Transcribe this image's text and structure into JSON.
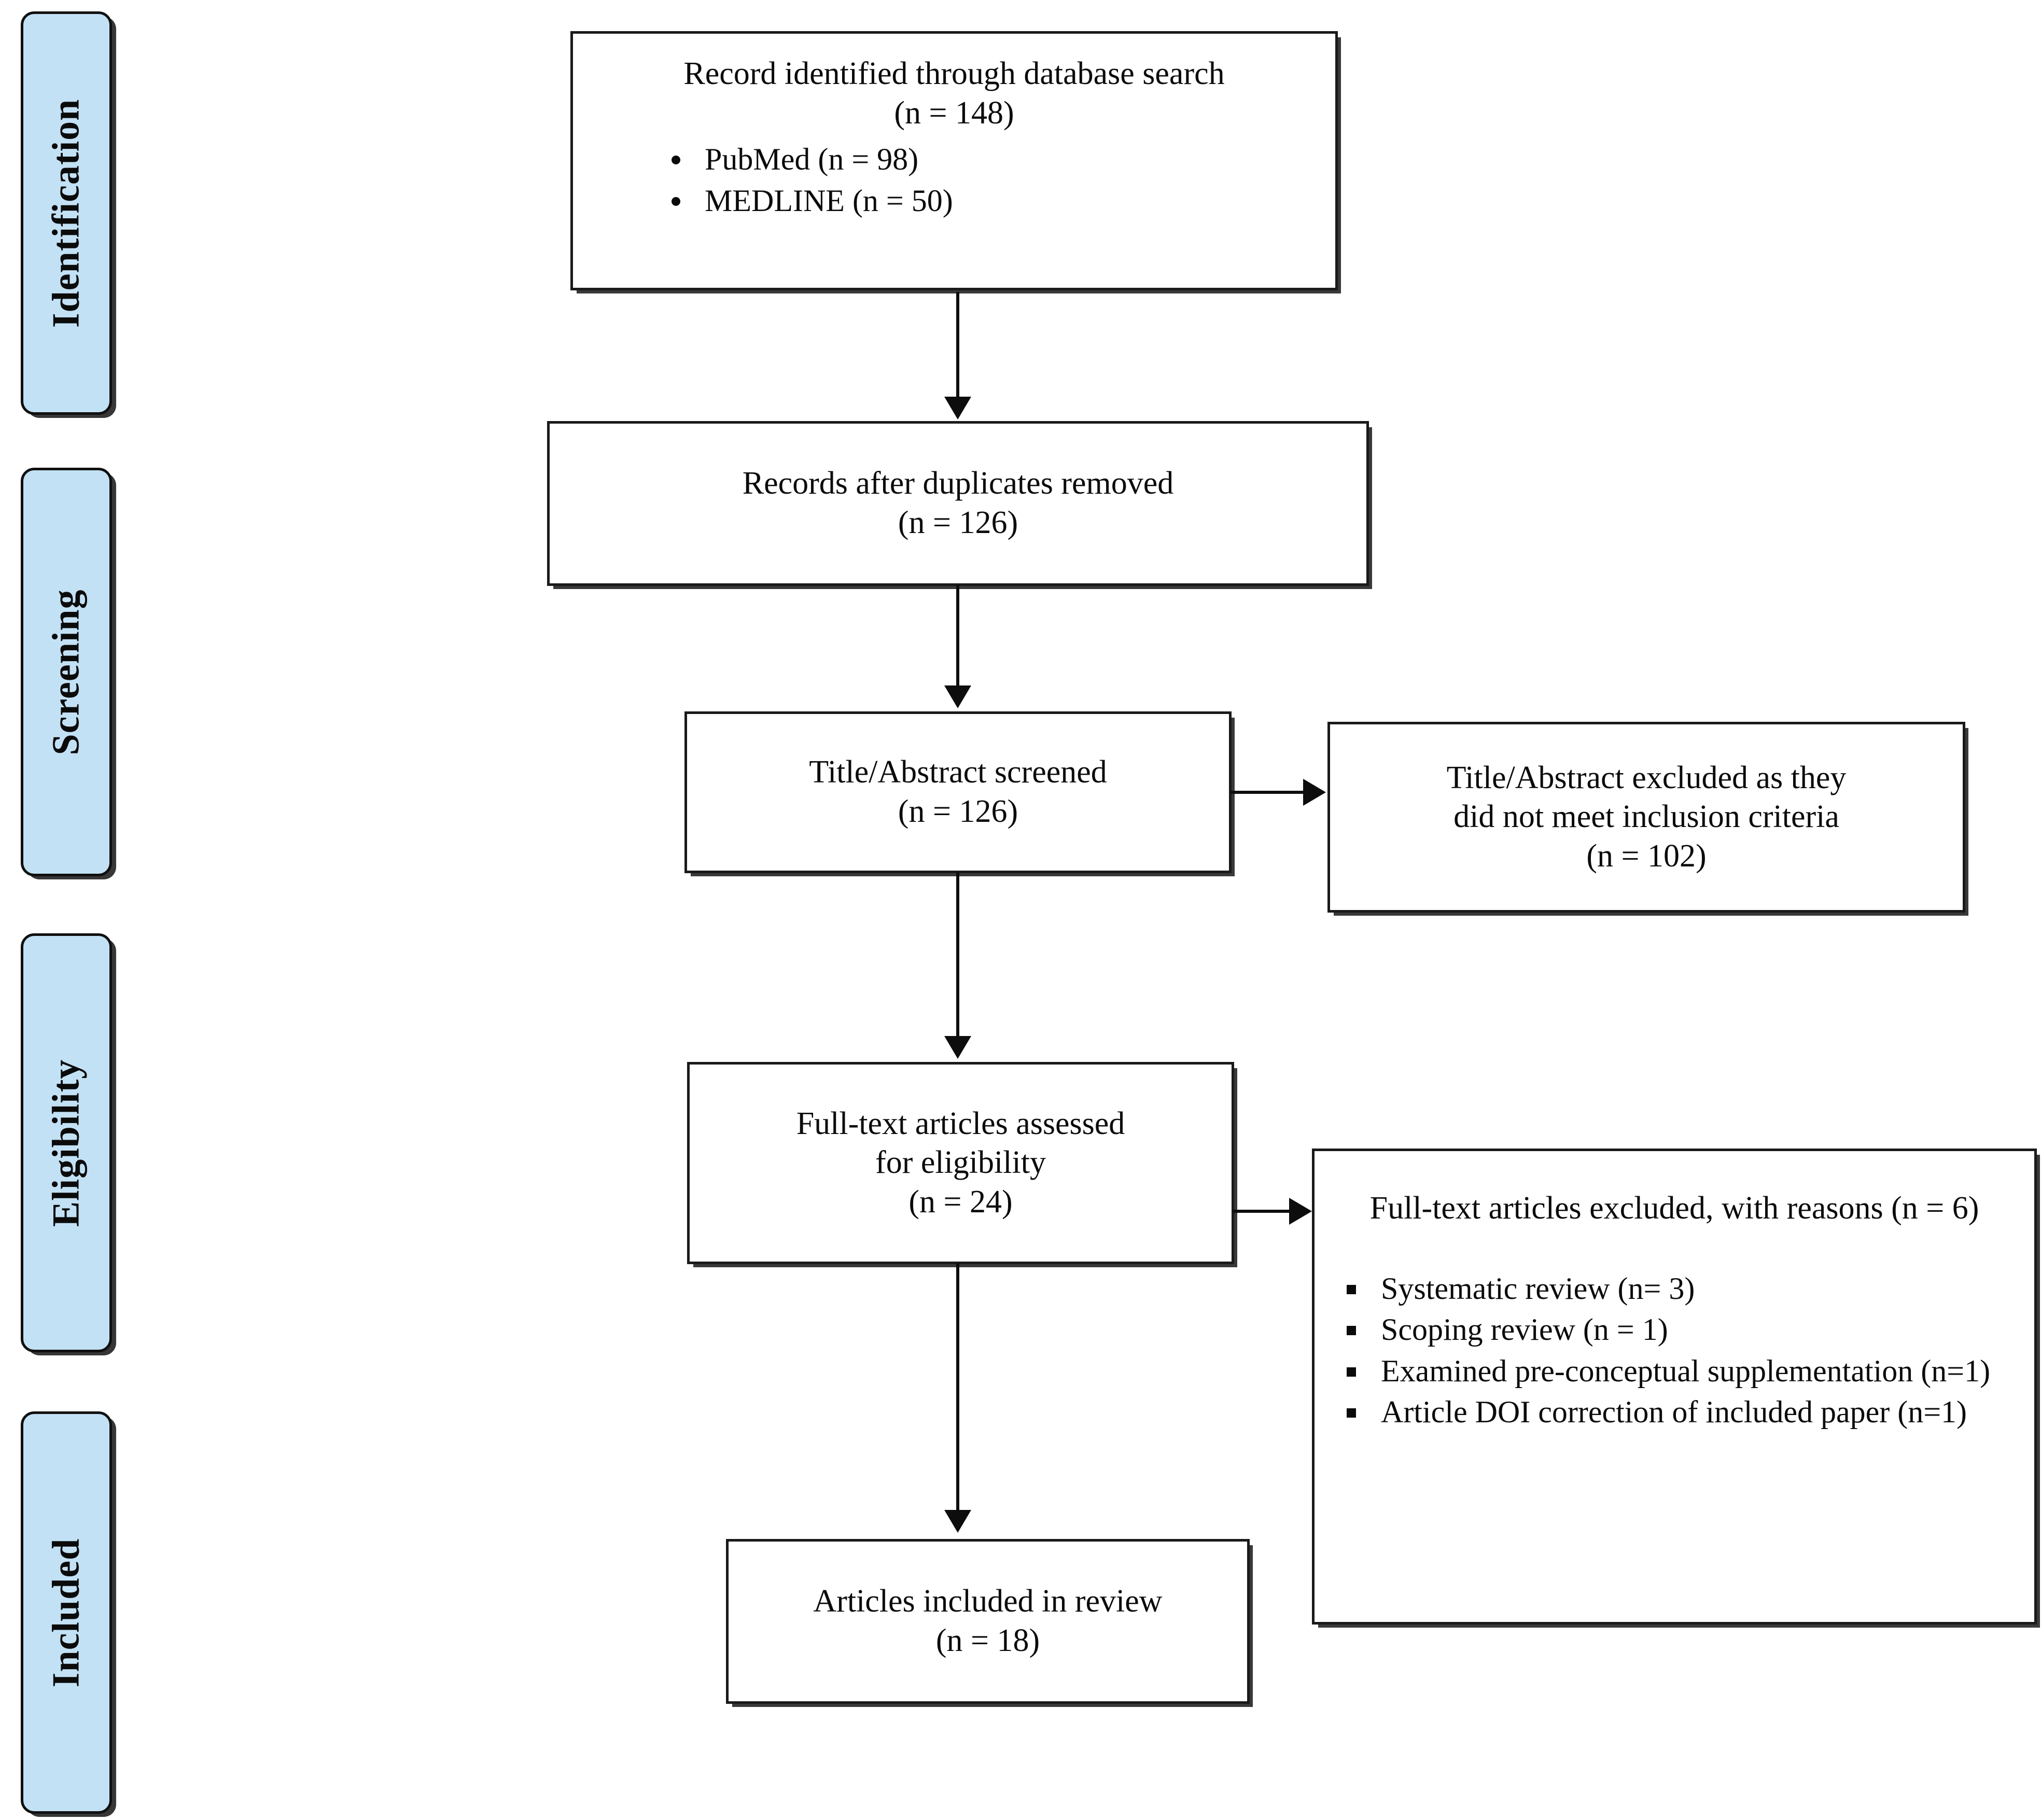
{
  "diagram": {
    "type": "prisma-flow-diagram",
    "stages": [
      {
        "id": "identification",
        "label": "Identification"
      },
      {
        "id": "screening",
        "label": "Screening"
      },
      {
        "id": "eligibility",
        "label": "Eligibility"
      },
      {
        "id": "included",
        "label": "Included"
      }
    ],
    "boxes": {
      "identified": {
        "title": "Record identified through database search",
        "count": "(n = 148)",
        "sources": [
          "PubMed (n = 98)",
          "MEDLINE (n = 50)"
        ]
      },
      "duplicates_removed": {
        "title": "Records after duplicates removed",
        "count": "(n = 126)"
      },
      "screened": {
        "title": "Title/Abstract screened",
        "count": "(n = 126)"
      },
      "screen_excluded": {
        "line1": "Title/Abstract excluded as they",
        "line2": "did not meet inclusion criteria",
        "count": "(n = 102)"
      },
      "fulltext_assessed": {
        "line1": "Full-text articles assessed",
        "line2": "for eligibility",
        "count": "(n = 24)"
      },
      "fulltext_excluded": {
        "title": "Full-text articles excluded, with reasons (n = 6)",
        "reasons": [
          "Systematic review (n= 3)",
          "Scoping review (n = 1)",
          "Examined pre-conceptual supplementation (n=1)",
          "Article DOI correction of included paper (n=1)"
        ]
      },
      "included_review": {
        "title": "Articles included in review",
        "count": "(n = 18)"
      }
    },
    "colors": {
      "stage_fill": "#c3e1f5",
      "stage_border": "#101010",
      "box_border": "#1a1a1a",
      "connector": "#0d0d0d",
      "text": "#0b0b0b",
      "background": "#ffffff"
    }
  }
}
